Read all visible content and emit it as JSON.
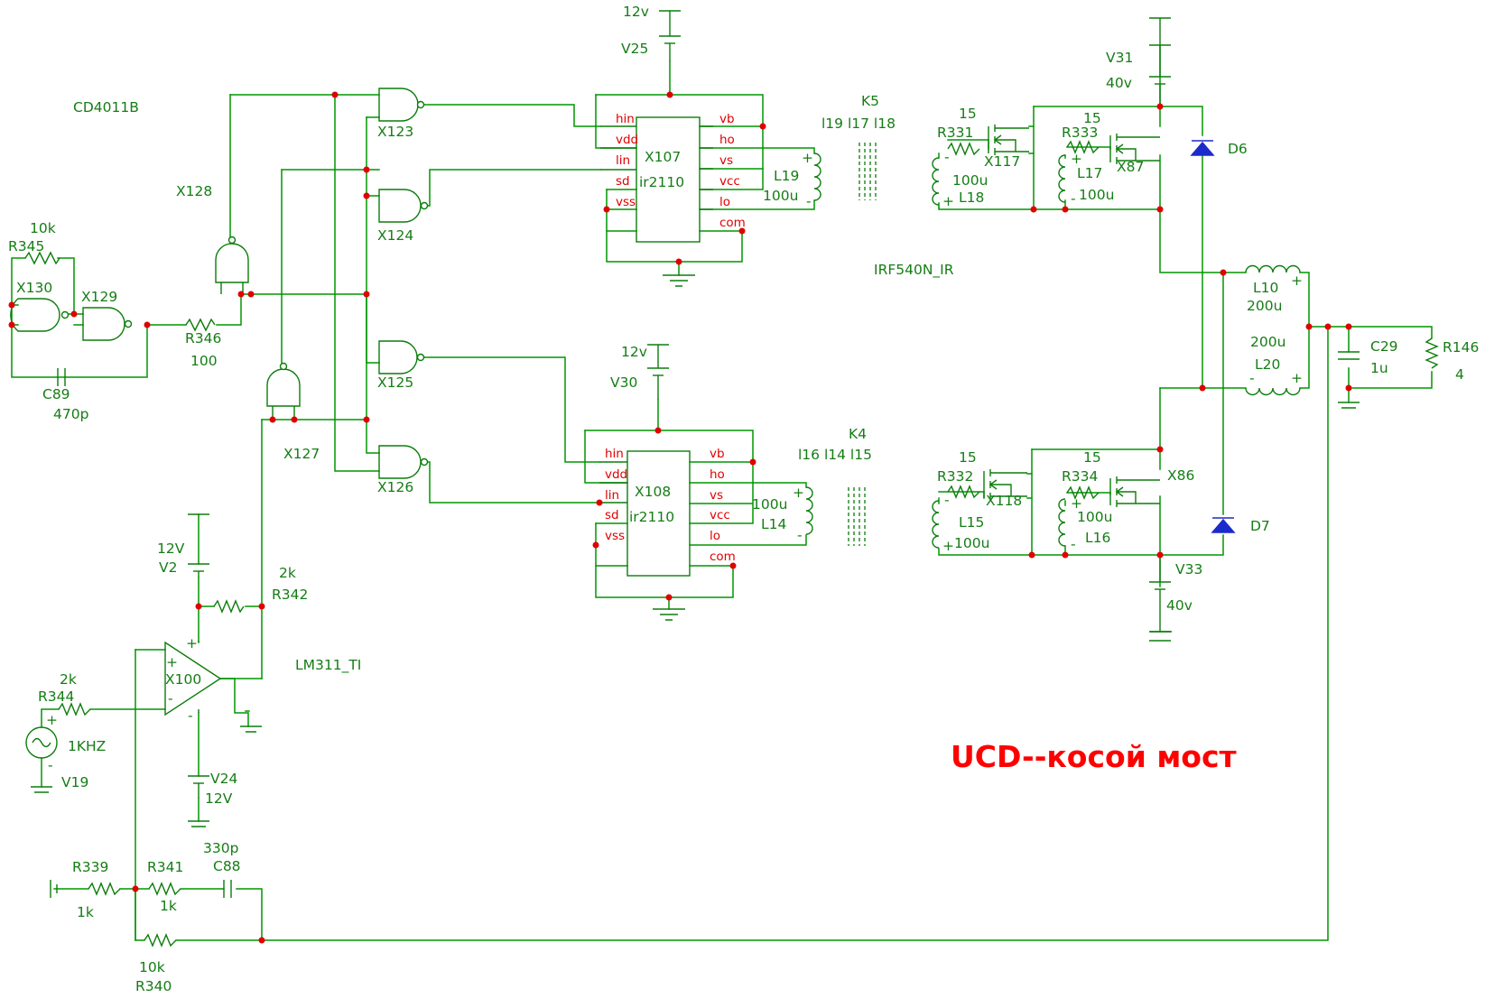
{
  "title": "UCD--косой мост",
  "labels": {
    "cd4011b": "CD4011B",
    "x128": "X128",
    "x123": "X123",
    "x124": "X124",
    "x125": "X125",
    "x126": "X126",
    "x127": "X127",
    "x130": "X130",
    "x129": "X129",
    "r345": "R345",
    "r345_val": "10k",
    "r346": "R346",
    "r346_val": "100",
    "c89": "C89",
    "c89_val": "470p",
    "v25": "V25",
    "v25_val": "12v",
    "x107": "X107",
    "x107_type": "ir2110",
    "x108": "X108",
    "x108_type": "ir2110",
    "v30": "V30",
    "v30_val": "12v",
    "k5": "K5",
    "k5_list": "l19 l17 l18",
    "k4": "K4",
    "k4_list": "l16 l14 l15",
    "l19": "L19",
    "l19_val": "100u",
    "l14": "L14",
    "l14_val": "100u",
    "irf": "IRF540N_IR",
    "v31": "V31",
    "v31_val": "40v",
    "v33": "V33",
    "v33_val": "40v",
    "r331": "R331",
    "r331_val": "15",
    "r333": "R333",
    "r333_val": "15",
    "r332": "R332",
    "r332_val": "15",
    "r334": "R334",
    "r334_val": "15",
    "x117": "X117",
    "x87": "X87",
    "x118": "X118",
    "x86": "X86",
    "l18": "L18",
    "l18_val": "100u",
    "l17": "L17",
    "l17_val": "100u",
    "l15": "L15",
    "l15_val": "100u",
    "l16": "L16",
    "l16_val": "100u",
    "d6": "D6",
    "d7": "D7",
    "l10": "L10",
    "l10_val": "200u",
    "l20": "L20",
    "l20_val": "200u",
    "c29": "C29",
    "c29_val": "1u",
    "r146": "R146",
    "r146_val": "4",
    "v2": "V2",
    "v2_val": "12V",
    "v24": "V24",
    "v24_val": "12V",
    "r342": "R342",
    "r342_val": "2k",
    "lm311": "LM311_TI",
    "x100": "X100",
    "r344": "R344",
    "r344_val": "2k",
    "v19": "V19",
    "v19_val": "1KHZ",
    "r339": "R339",
    "r339_val": "1k",
    "r341": "R341",
    "r341_val": "1k",
    "c88": "C88",
    "c88_val": "330p",
    "r340": "R340",
    "r340_val": "10k"
  },
  "pins": {
    "hin": "hin",
    "vdd": "vdd",
    "lin": "lin",
    "sd": "sd",
    "vss": "vss",
    "vb": "vb",
    "ho": "ho",
    "vs": "vs",
    "vcc": "vcc",
    "lo": "lo",
    "com": "com"
  },
  "marks": {
    "plus": "+",
    "minus": "-"
  },
  "colors": {
    "wire": "#009600",
    "junction": "#e00000",
    "diode": "#1a2acc",
    "title": "#ff0000"
  }
}
